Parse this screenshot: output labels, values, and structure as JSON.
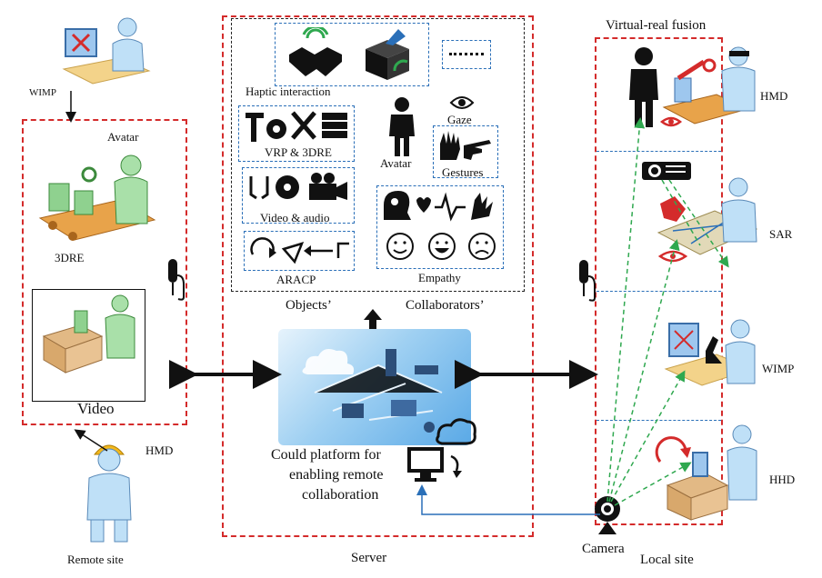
{
  "remote": {
    "wimp": "WIMP",
    "avatar": "Avatar",
    "dre": "3DRE",
    "video": "Video",
    "hmd": "HMD",
    "site": "Remote site"
  },
  "server": {
    "haptic": "Haptic interaction",
    "vrp": "VRP & 3DRE",
    "video_audio": "Video & audio",
    "aracp": "ARACP",
    "gaze": "Gaze",
    "avatar": "Avatar",
    "gestures": "Gestures",
    "empathy": "Empathy",
    "objects": "Objects’",
    "collaborators": "Collaborators’",
    "cloud_l1": "Could platform for",
    "cloud_l2": "enabling remote",
    "cloud_l3": "collaboration",
    "label": "Server"
  },
  "local": {
    "fusion": "Virtual-real fusion",
    "hmd": "HMD",
    "sar": "SAR",
    "wimp": "WIMP",
    "hhd": "HHD",
    "camera": "Camera",
    "site": "Local site"
  },
  "icons": {
    "handshake": "handshake-icon",
    "package": "package-icon",
    "tools": "tools-icon",
    "media": "media-icon",
    "arrows": "arrows-icon",
    "eye": "eye-icon",
    "hands": "hands-icon",
    "brain": "brain-icon",
    "faces": "faces-icon",
    "microphone": "microphone-icon",
    "projector": "projector-icon",
    "webcam": "webcam-icon"
  },
  "colors": {
    "red_dash": "#d42b2b",
    "blue_dash": "#2a6fb8",
    "arrow_green": "#2fa84f",
    "figure_green": "#8fd18f",
    "figure_blue": "#a9d3f0",
    "cloud_blue": "#5aa9e6"
  }
}
